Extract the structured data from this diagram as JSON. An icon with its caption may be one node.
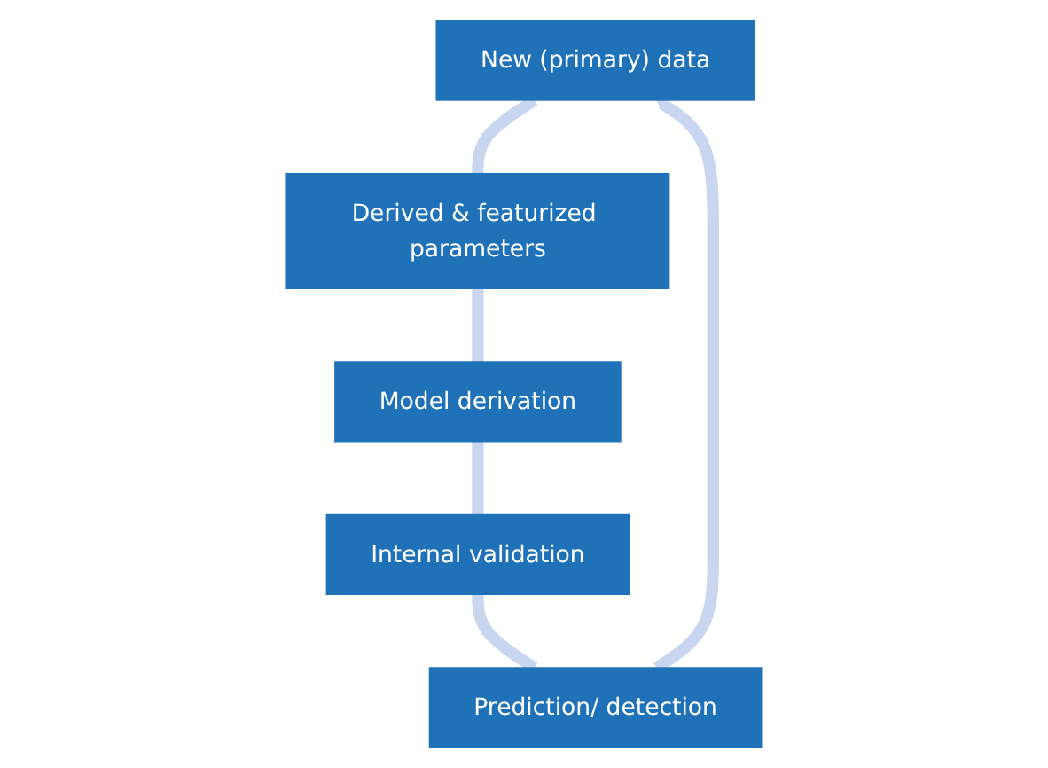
{
  "diagram": {
    "nodes": [
      {
        "text": [
          "New (primary) data"
        ]
      },
      {
        "text": [
          "Derived & featurized parameters"
        ]
      },
      {
        "text": [
          "Model derivation"
        ]
      },
      {
        "text": [
          "Internal validation"
        ]
      },
      {
        "text": [
          "Prediction/ detection"
        ]
      }
    ],
    "edges": [
      {
        "from": 0,
        "to": 1,
        "arrow": "none"
      },
      {
        "from": 1,
        "to": 2,
        "arrow": "none"
      },
      {
        "from": 2,
        "to": 3,
        "arrow": "none"
      },
      {
        "from": 3,
        "to": 4,
        "arrow": "none"
      },
      {
        "from": 4,
        "to": 0,
        "arrow": "to"
      }
    ]
  }
}
